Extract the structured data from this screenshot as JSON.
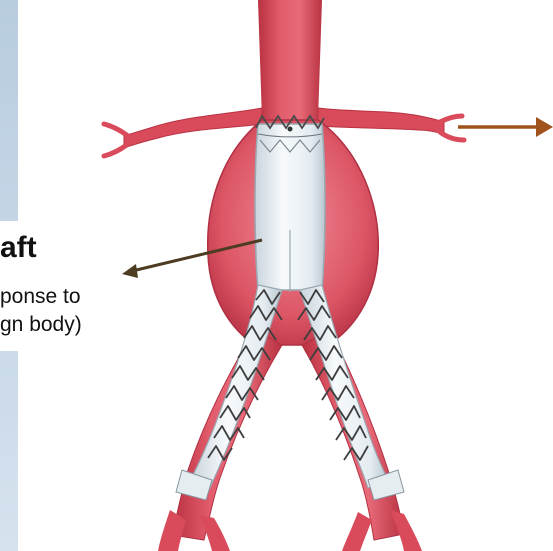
{
  "caption": {
    "title": "aft",
    "line1": "ponse to",
    "line2": "gn body)"
  },
  "colors": {
    "aorta": "#d94a5a",
    "aorta_dark": "#b83242",
    "aneurysm": "#de5a6a",
    "graft": "#eef3f6",
    "stent": "#4a4a4a",
    "pointer_arrow": "#4d3b22",
    "right_arrow": "#a0521d",
    "slide_bg": "#c6d6e6"
  },
  "icons": {
    "pointer": "arrow-left-icon",
    "next": "arrow-right-icon"
  }
}
